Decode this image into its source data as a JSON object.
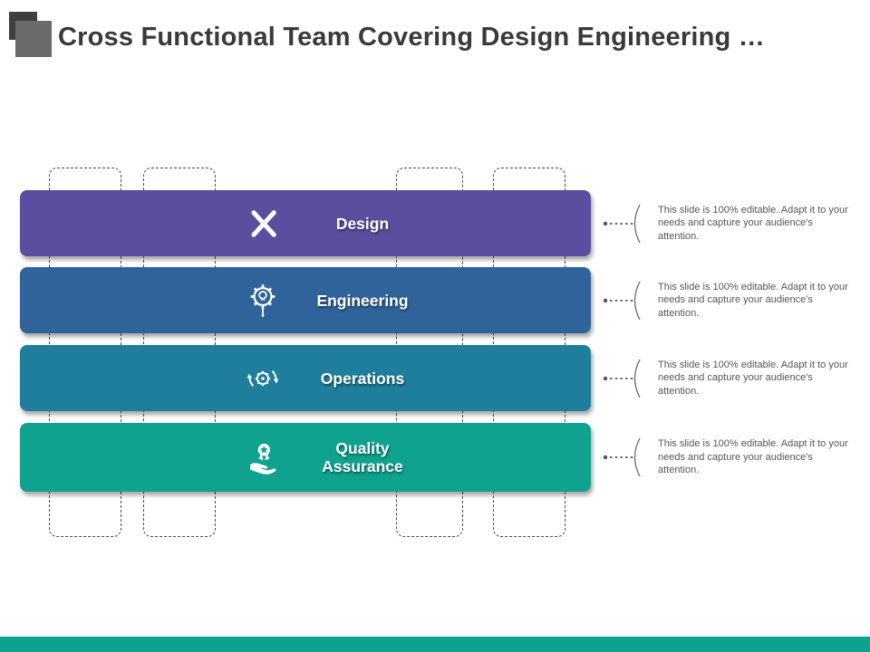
{
  "slide": {
    "title": "Cross Functional Team Covering Design Engineering …",
    "footer_color": "#0ea18f"
  },
  "rows": [
    {
      "label": "Design",
      "icon": "pencil-brush-cross-icon",
      "color": "#5b4e9e",
      "note": "This slide is 100% editable. Adapt it to your needs and capture your audience's attention."
    },
    {
      "label": "Engineering",
      "icon": "gear-lightbulb-icon",
      "color": "#306399",
      "note": "This slide is 100% editable. Adapt it to your needs and capture your audience's attention."
    },
    {
      "label": "Operations",
      "icon": "gear-sync-arrows-icon",
      "color": "#1e7e9b",
      "note": "This slide is 100% editable. Adapt it to your needs and capture your audience's attention."
    },
    {
      "label": "Quality Assurance",
      "icon": "hand-badge-icon",
      "color": "#0fa28f",
      "note": "This slide is 100% editable. Adapt it to your needs and capture your audience's attention."
    }
  ]
}
